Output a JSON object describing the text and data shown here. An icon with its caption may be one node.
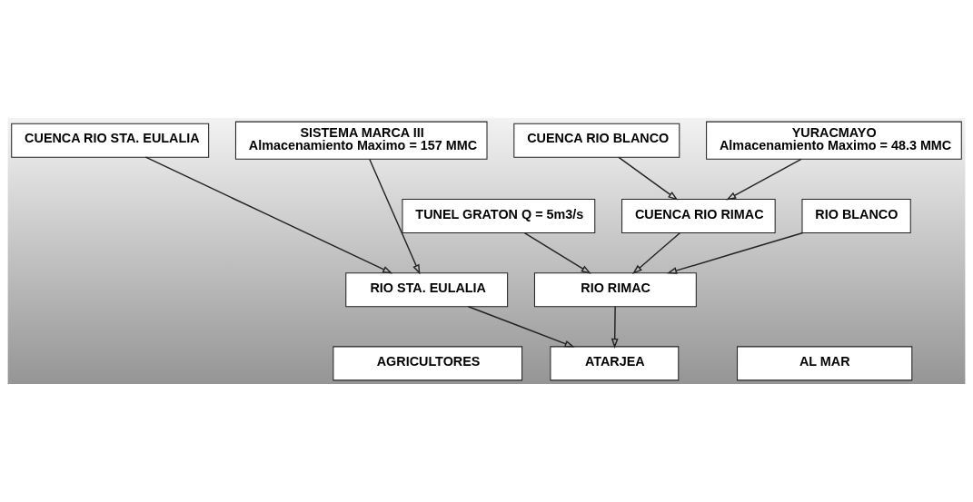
{
  "diagram": {
    "nodes": [
      {
        "text": [
          "CUENCA RIO STA. EULALIA"
        ]
      },
      {
        "text": [
          "SISTEMA MARCA III",
          "Almacenamiento Maximo = 157 MMC"
        ]
      },
      {
        "text": [
          "CUENCA RIO BLANCO"
        ]
      },
      {
        "text": [
          "YURACMAYO",
          "Almacenamiento Maximo = 48.3 MMC"
        ]
      },
      {
        "text": [
          "TUNEL GRATON Q = 5m3/s"
        ]
      },
      {
        "text": [
          "CUENCA RIO RIMAC"
        ]
      },
      {
        "text": [
          "RIO BLANCO"
        ]
      },
      {
        "text": [
          "RIO STA. EULALIA"
        ]
      },
      {
        "text": [
          "RIO RIMAC"
        ]
      },
      {
        "text": [
          "AGRICULTORES"
        ]
      },
      {
        "text": [
          "ATARJEA"
        ]
      },
      {
        "text": [
          "AL MAR"
        ]
      }
    ],
    "edges": [
      {
        "from": 0,
        "to": 7,
        "arrow": "to"
      },
      {
        "from": 1,
        "to": 7,
        "arrow": "to"
      },
      {
        "from": 2,
        "to": 5,
        "arrow": "to"
      },
      {
        "from": 3,
        "to": 5,
        "arrow": "to"
      },
      {
        "from": 4,
        "to": 8,
        "arrow": "to"
      },
      {
        "from": 5,
        "to": 8,
        "arrow": "to"
      },
      {
        "from": 6,
        "to": 8,
        "arrow": "to"
      },
      {
        "from": 7,
        "to": 10,
        "arrow": "to"
      },
      {
        "from": 8,
        "to": 10,
        "arrow": "to"
      }
    ]
  }
}
